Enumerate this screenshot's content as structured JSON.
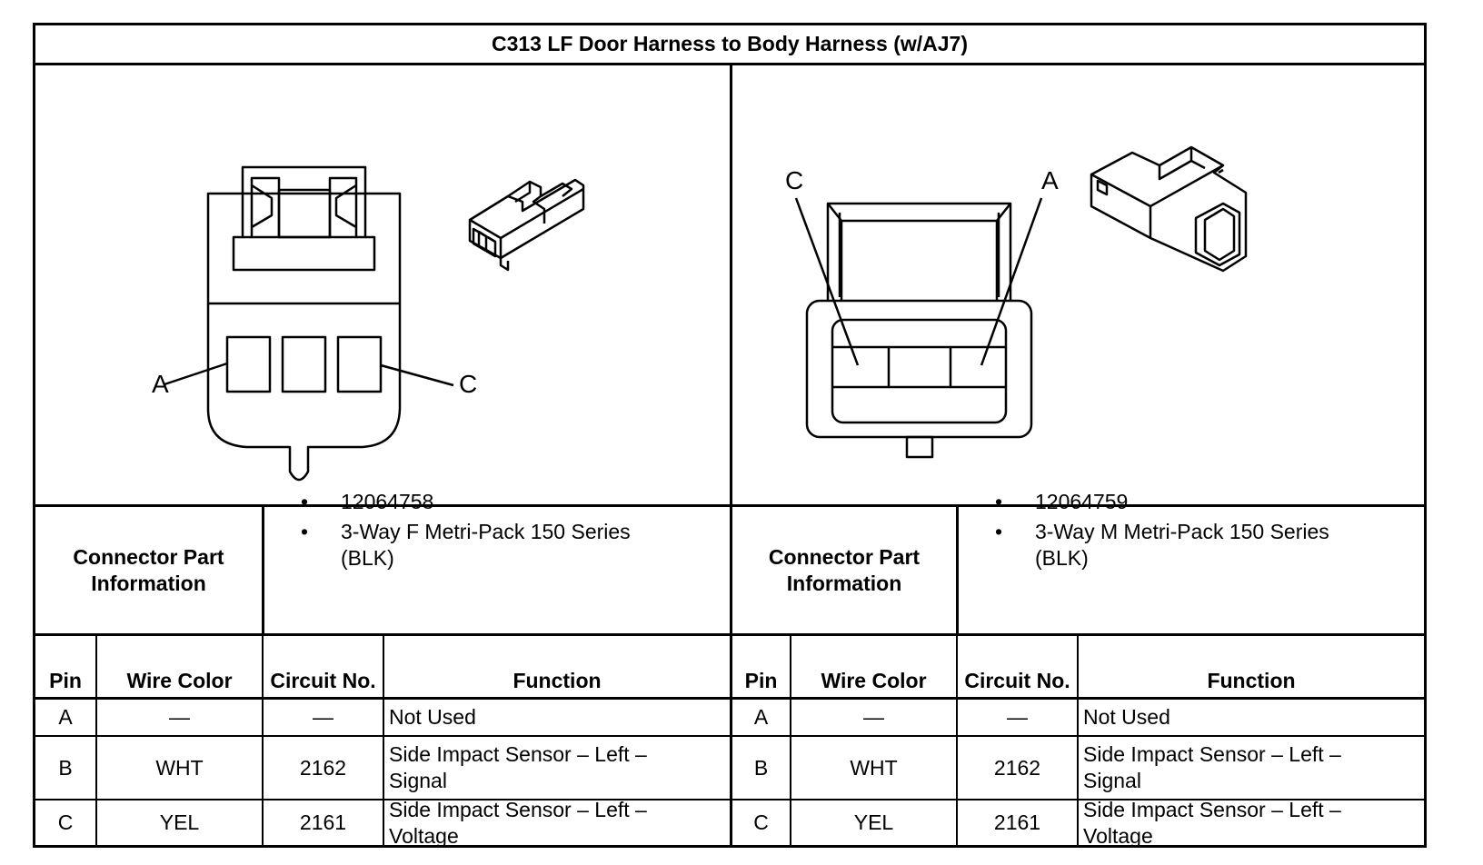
{
  "title": "C313 LF Door Harness to Body Harness (w/AJ7)",
  "left": {
    "diagram": {
      "label_a": "A",
      "label_c": "C"
    },
    "connector_label": "Connector Part Information",
    "part_info": [
      "12064758",
      "3-Way F Metri-Pack 150 Series (BLK)"
    ],
    "headers": {
      "pin": "Pin",
      "wire_color": "Wire Color",
      "circuit": "Circuit No.",
      "function": "Function"
    },
    "rows": [
      {
        "pin": "A",
        "wire_color": "—",
        "circuit": "—",
        "function": "Not Used"
      },
      {
        "pin": "B",
        "wire_color": "WHT",
        "circuit": "2162",
        "function": "Side Impact Sensor – Left – Signal"
      },
      {
        "pin": "C",
        "wire_color": "YEL",
        "circuit": "2161",
        "function": "Side Impact Sensor – Left – Voltage"
      }
    ]
  },
  "right": {
    "diagram": {
      "label_a": "A",
      "label_c": "C"
    },
    "connector_label": "Connector Part Information",
    "part_info": [
      "12064759",
      "3-Way M Metri-Pack 150 Series (BLK)"
    ],
    "headers": {
      "pin": "Pin",
      "wire_color": "Wire Color",
      "circuit": "Circuit No.",
      "function": "Function"
    },
    "rows": [
      {
        "pin": "A",
        "wire_color": "—",
        "circuit": "—",
        "function": "Not Used"
      },
      {
        "pin": "B",
        "wire_color": "WHT",
        "circuit": "2162",
        "function": "Side Impact Sensor – Left – Signal"
      },
      {
        "pin": "C",
        "wire_color": "YEL",
        "circuit": "2161",
        "function": "Side Impact Sensor – Left – Voltage"
      }
    ]
  }
}
